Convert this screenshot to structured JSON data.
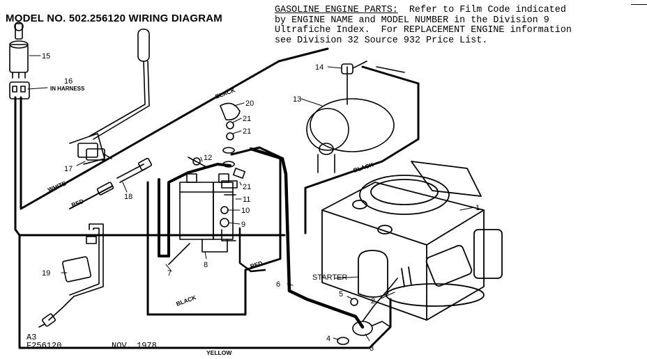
{
  "title": "MODEL NO. 502.256120 WIRING DIAGRAM",
  "notes": {
    "line1_underlined": "GASOLINE ENGINE PARTS:",
    "line1_rest": "  Refer to Film Code indicated",
    "line2": "by ENGINE NAME and MODEL NUMBER in the Division 9",
    "line3": "Ultrafiche Index.  For REPLACEMENT ENGINE information",
    "line4": "see Division 32 Source 932 Price List."
  },
  "footer": {
    "code1": "A3",
    "code2": "F256120",
    "date": "NOV. 1978"
  },
  "wire_labels": {
    "black_top": "BLACK",
    "black_engine": "BLACK",
    "black_bottom": "BLACK",
    "white": "WHITE",
    "red_left": "RED",
    "red_mid": "RED",
    "yellow": "YELLOW"
  },
  "callouts": {
    "in_harness": "IN HARNESS",
    "starter": "STARTER",
    "parts": [
      "1",
      "2",
      "3",
      "4",
      "5",
      "6",
      "7",
      "8",
      "9",
      "10",
      "11",
      "12",
      "13",
      "14",
      "15",
      "16",
      "17",
      "18",
      "19",
      "20",
      "21",
      "21",
      "21"
    ]
  }
}
